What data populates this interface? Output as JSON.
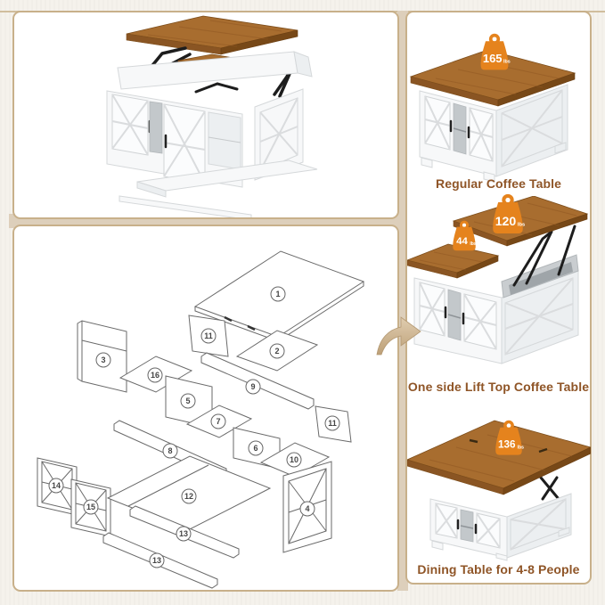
{
  "colors": {
    "background": "#f5f2ec",
    "gap_strip": "#ddcfbb",
    "card_border": "#c8b08a",
    "card_bg": "#ffffff",
    "accent_orange": "#e5831d",
    "label_brown": "#8f5527",
    "wood": "#a86d2f",
    "hardware_black": "#1d1d1d"
  },
  "icons": {
    "weight_icon": "kettlebell-weight",
    "transform_arrow": "curved-right-arrow"
  },
  "parts_diagram": {
    "numbers": [
      "1",
      "2",
      "11",
      "3",
      "16",
      "5",
      "9",
      "7",
      "6",
      "11",
      "10",
      "8",
      "14",
      "15",
      "12",
      "13",
      "13",
      "4"
    ]
  },
  "variants": [
    {
      "label": "Regular Coffee Table",
      "weights": [
        {
          "value": "165",
          "unit": "lbs"
        }
      ]
    },
    {
      "label": "One side Lift Top Coffee Table",
      "weights": [
        {
          "value": "44",
          "unit": "lbs"
        },
        {
          "value": "120",
          "unit": "lbs"
        }
      ]
    },
    {
      "label": "Dining Table for 4-8 People",
      "weights": [
        {
          "value": "136",
          "unit": "lbs"
        }
      ]
    }
  ]
}
